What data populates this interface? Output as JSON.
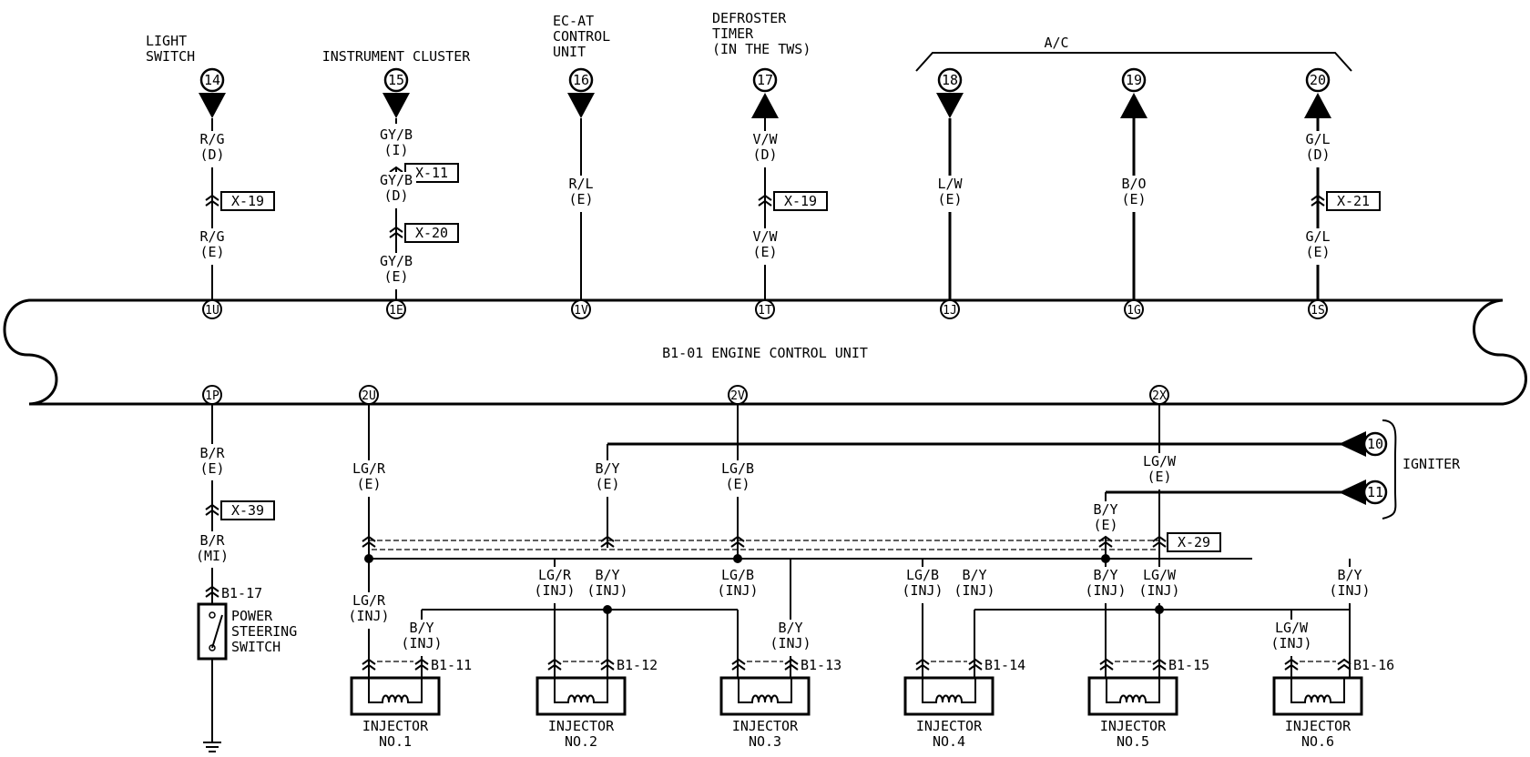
{
  "title": "B1-01 ENGINE CONTROL UNIT",
  "ac_label": "A/C",
  "igniter_label": "IGNITER",
  "top_devices": [
    {
      "num": "14",
      "name": [
        "LIGHT",
        "SWITCH"
      ],
      "dir": "in",
      "wire1": "R/G",
      "code1": "(D)",
      "conn": "X-19",
      "wire2": "R/G",
      "code2": "(E)",
      "pin": "1U"
    },
    {
      "num": "15",
      "name": [
        "INSTRUMENT CLUSTER"
      ],
      "dir": "in",
      "wire0": "GY/B",
      "code0": "(I)",
      "conn0": "X-11",
      "wire1": "GY/B",
      "code1": "(D)",
      "conn": "X-20",
      "wire2": "GY/B",
      "code2": "(E)",
      "pin": "1E"
    },
    {
      "num": "16",
      "name": [
        "EC-AT",
        "CONTROL",
        "UNIT"
      ],
      "dir": "in",
      "wire2": "R/L",
      "code2": "(E)",
      "pin": "1V"
    },
    {
      "num": "17",
      "name": [
        "DEFROSTER",
        "TIMER",
        "(IN THE TWS)"
      ],
      "dir": "out",
      "wire1": "V/W",
      "code1": "(D)",
      "conn": "X-19",
      "wire2": "V/W",
      "code2": "(E)",
      "pin": "1T"
    },
    {
      "num": "18",
      "dir": "in",
      "wire2": "L/W",
      "code2": "(E)",
      "pin": "1J"
    },
    {
      "num": "19",
      "dir": "out",
      "wire2": "B/O",
      "code2": "(E)",
      "pin": "1G"
    },
    {
      "num": "20",
      "dir": "out",
      "wire1": "G/L",
      "code1": "(D)",
      "conn": "X-21",
      "wire2": "G/L",
      "code2": "(E)",
      "pin": "1S"
    }
  ],
  "bottom_pins": [
    "1P",
    "2U",
    "2V",
    "2X"
  ],
  "power_steering": {
    "wire1": "B/R",
    "code1": "(E)",
    "conn": "X-39",
    "wire2": "B/R",
    "code2": "(MI)",
    "connector": "B1-17",
    "label": [
      "POWER",
      "STEERING",
      "SWITCH"
    ]
  },
  "bank_wires": [
    {
      "wire": "LG/R",
      "code": "(E)"
    },
    {
      "wire": "B/Y",
      "code": "(E)"
    },
    {
      "wire": "LG/B",
      "code": "(E)"
    },
    {
      "wire": "LG/W",
      "code": "(E)"
    },
    {
      "wire": "B/Y",
      "code": "(E)"
    }
  ],
  "shield_conn": "X-29",
  "igniter_terms": [
    "10",
    "11"
  ],
  "inj_wire_labels": [
    {
      "wire": "LG/R",
      "code": "(INJ)"
    },
    {
      "wire": "B/Y",
      "code": "(INJ)"
    },
    {
      "wire": "LG/R",
      "code": "(INJ)"
    },
    {
      "wire": "B/Y",
      "code": "(INJ)"
    },
    {
      "wire": "LG/B",
      "code": "(INJ)"
    },
    {
      "wire": "B/Y",
      "code": "(INJ)"
    },
    {
      "wire": "LG/B",
      "code": "(INJ)"
    },
    {
      "wire": "B/Y",
      "code": "(INJ)"
    },
    {
      "wire": "B/Y",
      "code": "(INJ)"
    },
    {
      "wire": "LG/W",
      "code": "(INJ)"
    },
    {
      "wire": "LG/W",
      "code": "(INJ)"
    },
    {
      "wire": "B/Y",
      "code": "(INJ)"
    }
  ],
  "injectors": [
    {
      "conn": "B1-11",
      "name": "INJECTOR",
      "no": "NO.1"
    },
    {
      "conn": "B1-12",
      "name": "INJECTOR",
      "no": "NO.2"
    },
    {
      "conn": "B1-13",
      "name": "INJECTOR",
      "no": "NO.3"
    },
    {
      "conn": "B1-14",
      "name": "INJECTOR",
      "no": "NO.4"
    },
    {
      "conn": "B1-15",
      "name": "INJECTOR",
      "no": "NO.5"
    },
    {
      "conn": "B1-16",
      "name": "INJECTOR",
      "no": "NO.6"
    }
  ]
}
